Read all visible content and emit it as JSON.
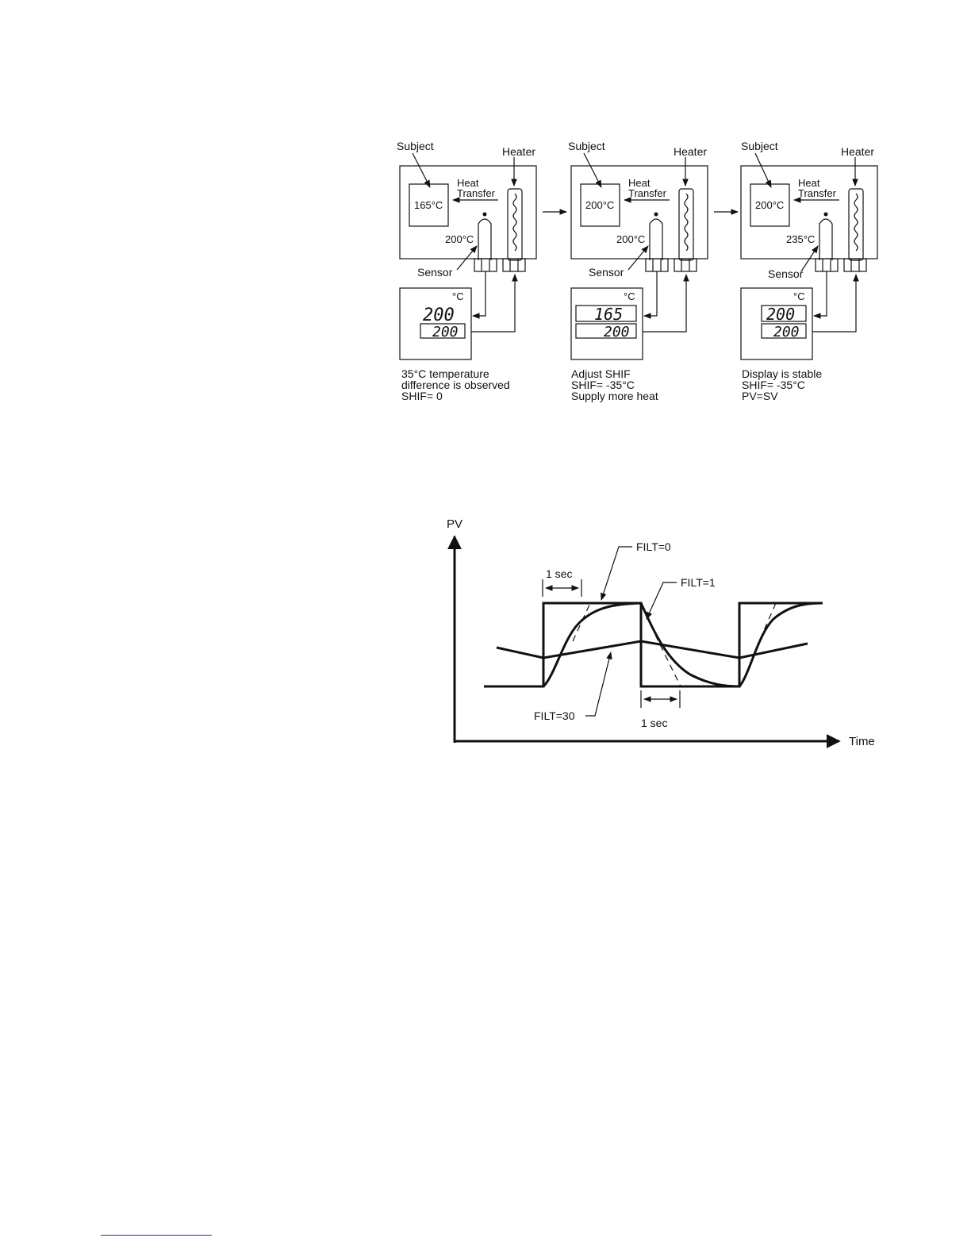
{
  "shift_diagram": {
    "panels": [
      {
        "subject_label": "Subject",
        "heater_label": "Heater",
        "heat_transfer_1": "Heat",
        "heat_transfer_2": "Transfer",
        "subject_temp": "165°C",
        "sensor_temp": "200°C",
        "sensor_label": "Sensor",
        "unit": "°C",
        "pv": "200",
        "sv": "200",
        "caption": [
          "35°C temperature",
          "difference is observed",
          "SHIF= 0"
        ]
      },
      {
        "subject_label": "Subject",
        "heater_label": "Heater",
        "heat_transfer_1": "Heat",
        "heat_transfer_2": "Transfer",
        "subject_temp": "200°C",
        "sensor_temp": "200°C",
        "sensor_label": "Sensor",
        "unit": "°C",
        "pv": "165",
        "sv": "200",
        "caption": [
          "Adjust SHIF",
          "SHIF= -35°C",
          "Supply more heat"
        ]
      },
      {
        "subject_label": "Subject",
        "heater_label": "Heater",
        "heat_transfer_1": "Heat",
        "heat_transfer_2": "Transfer",
        "subject_temp": "200°C",
        "sensor_temp": "235°C",
        "sensor_label": "Sensor",
        "unit": "°C",
        "pv": "200",
        "sv": "200",
        "caption": [
          "Display is stable",
          "SHIF= -35°C",
          "PV=SV"
        ]
      }
    ]
  },
  "filter_plot": {
    "y_axis_label": "PV",
    "x_axis_label": "Time",
    "filt0_label": "FILT=0",
    "filt1_label": "FILT=1",
    "filt30_label": "FILT=30",
    "one_sec_top": "1 sec",
    "one_sec_bottom": "1 sec"
  },
  "colors": {
    "ink": "#111111",
    "footer_rule": "#2233aa"
  }
}
